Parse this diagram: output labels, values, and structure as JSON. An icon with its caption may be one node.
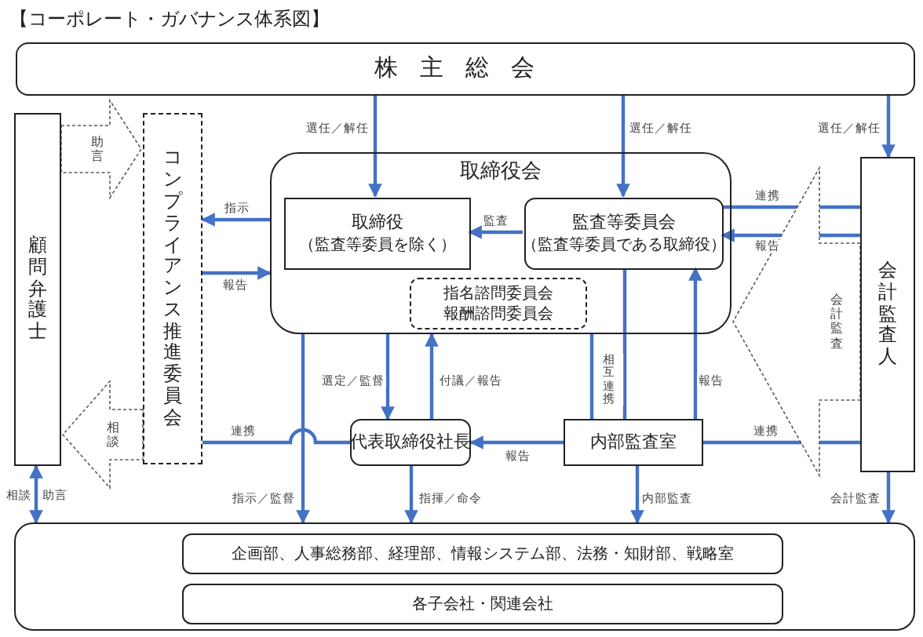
{
  "diagram": {
    "title": "【コーポレート・ガバナンス体系図】",
    "nodes": [
      {
        "text": [
          "株主総会"
        ]
      },
      {
        "text": [
          "顧問弁護士"
        ]
      },
      {
        "text": [
          "コンプライアンス推進委員会"
        ]
      },
      {
        "text": [
          "取締役会"
        ]
      },
      {
        "text": [
          "取締役",
          "（監査等委員を除く）"
        ],
        "in": 3
      },
      {
        "text": [
          "監査等委員会",
          "（監査等委員である取締役）"
        ],
        "in": 3
      },
      {
        "text": [
          "指名諮問委員会",
          "報酬諮問委員会"
        ],
        "in": 3
      },
      {
        "text": [
          "会計監査人"
        ]
      },
      {
        "text": [
          "代表取締役社長"
        ]
      },
      {
        "text": [
          "内部監査室"
        ]
      },
      {
        "text": [],
        "shape": "box"
      },
      {
        "text": [
          "企画部、人事総務部、経理部、情報システム部、法務・知財部、戦略室"
        ],
        "in": 10
      },
      {
        "text": [
          "各子会社・関連会社"
        ],
        "in": 10
      }
    ],
    "edges": [
      {
        "from": 0,
        "to": 4,
        "arrow": "to",
        "label": "選任／解任"
      },
      {
        "from": 0,
        "to": 5,
        "arrow": "to",
        "label": "選任／解任"
      },
      {
        "from": 0,
        "to": 7,
        "arrow": "to",
        "label": "選任／解任"
      },
      {
        "from": 3,
        "to": 2,
        "arrow": "to",
        "label": "指示"
      },
      {
        "from": 2,
        "to": 3,
        "arrow": "to",
        "label": "報告"
      },
      {
        "from": 5,
        "to": 4,
        "arrow": "to",
        "label": "監査"
      },
      {
        "from": 5,
        "to": 7,
        "arrow": "none",
        "label": "連携"
      },
      {
        "from": 7,
        "to": 5,
        "arrow": "to",
        "label": "報告"
      },
      {
        "from": 3,
        "to": 8,
        "arrow": "to",
        "label": "選定／監督"
      },
      {
        "from": 8,
        "to": 3,
        "arrow": "to",
        "label": "付議／報告"
      },
      {
        "from": 3,
        "to": 9,
        "arrow": "none",
        "label": "相互連携"
      },
      {
        "from": 5,
        "to": 9,
        "arrow": "none"
      },
      {
        "from": 9,
        "to": 5,
        "arrow": "to",
        "label": "報告"
      },
      {
        "from": 2,
        "to": 8,
        "arrow": "none",
        "label": "連携"
      },
      {
        "from": 3,
        "to": 10,
        "arrow": "to",
        "label": "指示／監督"
      },
      {
        "from": 9,
        "to": 8,
        "arrow": "to",
        "label": "報告"
      },
      {
        "from": 9,
        "to": 7,
        "arrow": "none",
        "label": "連携"
      },
      {
        "from": 8,
        "to": 10,
        "arrow": "to",
        "label": "指揮／命令"
      },
      {
        "from": 9,
        "to": 10,
        "arrow": "to",
        "label": "内部監査"
      },
      {
        "from": 7,
        "to": 10,
        "arrow": "to",
        "label": "会計監査"
      },
      {
        "from": 1,
        "to": 10,
        "arrow": "both",
        "label": "相談"
      },
      {
        "from": 1,
        "to": 2,
        "arrow": "to",
        "label": "助言",
        "color": "#595959"
      },
      {
        "from": 2,
        "to": 1,
        "arrow": "to",
        "label": "相談",
        "color": "#595959"
      },
      {
        "from": 7,
        "to": 3,
        "arrow": "to",
        "label": "会計監査",
        "color": "#595959"
      }
    ],
    "labels": [
      "助言"
    ]
  }
}
